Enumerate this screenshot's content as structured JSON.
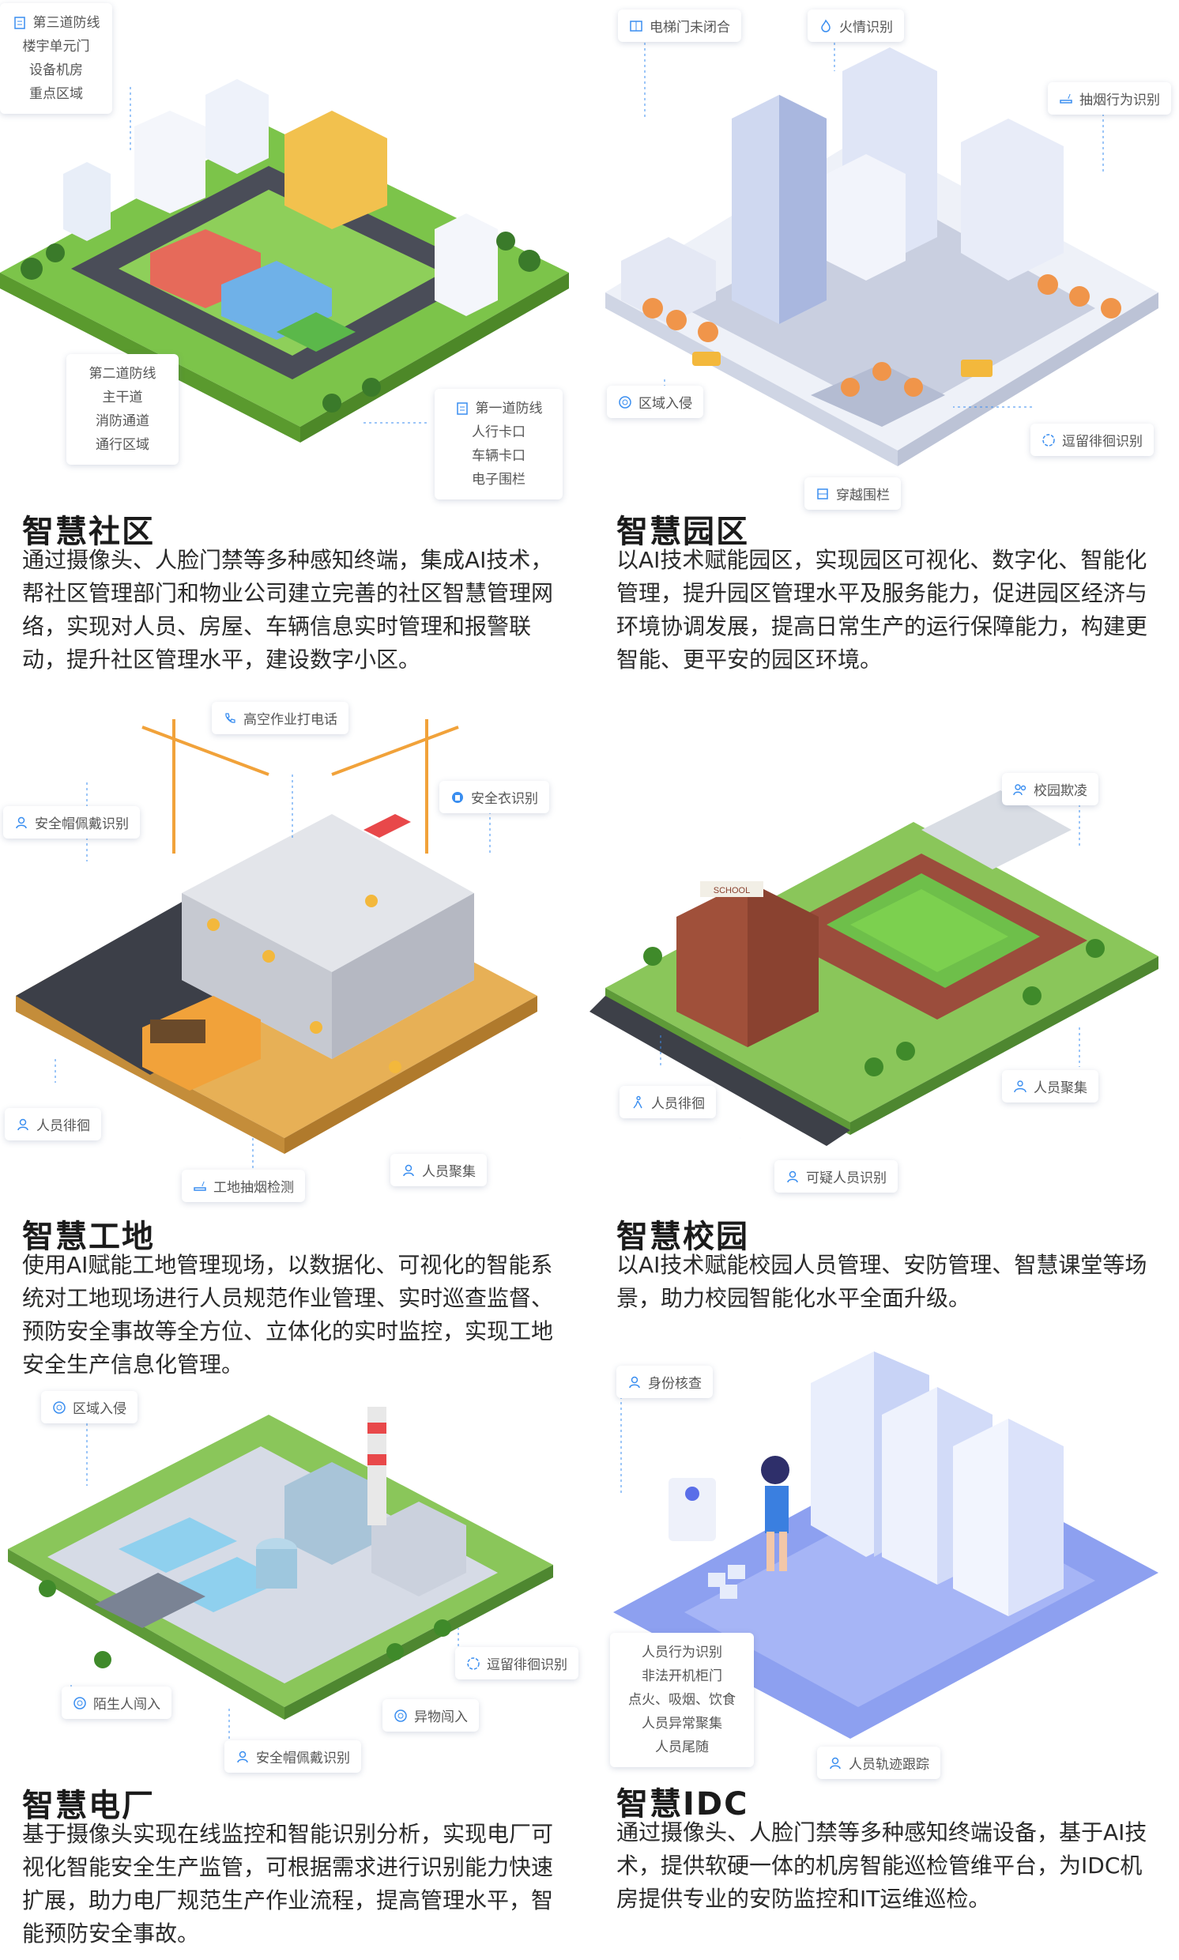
{
  "colors": {
    "accent": "#3a8ef0",
    "text": "#222222",
    "tag_text": "#555555"
  },
  "panels": [
    {
      "title": "智慧社区",
      "desc": "通过摄像头、人脸门禁等多种感知终端，集成AI技术，帮社区管理部门和物业公司建立完善的社区智慧管理网络，实现对人员、房屋、车辆信息实时管理和报警联动，提升社区管理水平，建设数字小区。",
      "tags": [
        {
          "lines": [
            "第三道防线",
            "楼宇单元门",
            "设备机房",
            "重点区域"
          ],
          "icon": "document-icon"
        },
        {
          "lines": [
            "第二道防线",
            "主干道",
            "消防通道",
            "通行区域"
          ],
          "icon": ""
        },
        {
          "lines": [
            "第一道防线",
            "人行卡口",
            "车辆卡口",
            "电子围栏"
          ],
          "icon": "document-icon"
        }
      ]
    },
    {
      "title": "智慧园区",
      "desc": "以AI技术赋能园区，实现园区可视化、数字化、智能化管理，提升园区管理水平及服务能力，促进园区经济与环境协调发展，提高日常生产的运行保障能力，构建更智能、更平安的园区环境。",
      "tags": [
        {
          "lines": [
            "电梯门未闭合"
          ],
          "icon": "elevator-icon"
        },
        {
          "lines": [
            "火情识别"
          ],
          "icon": "fire-icon"
        },
        {
          "lines": [
            "抽烟行为识别"
          ],
          "icon": "cigarette-icon"
        },
        {
          "lines": [
            "区域入侵"
          ],
          "icon": "target-icon"
        },
        {
          "lines": [
            "逗留徘徊识别"
          ],
          "icon": "wander-icon"
        },
        {
          "lines": [
            "穿越围栏"
          ],
          "icon": "fence-icon"
        }
      ]
    },
    {
      "title": "智慧工地",
      "desc": "使用AI赋能工地管理现场，以数据化、可视化的智能系统对工地现场进行人员规范作业管理、实时巡查监督、预防安全事故等全方位、立体化的实时监控，实现工地安全生产信息化管理。",
      "tags": [
        {
          "lines": [
            "高空作业打电话"
          ],
          "icon": "phone-icon"
        },
        {
          "lines": [
            "安全衣识别"
          ],
          "icon": "vest-icon"
        },
        {
          "lines": [
            "安全帽佩戴识别"
          ],
          "icon": "person-icon"
        },
        {
          "lines": [
            "人员徘徊"
          ],
          "icon": "person-icon"
        },
        {
          "lines": [
            "工地抽烟检测"
          ],
          "icon": "cigarette-icon"
        },
        {
          "lines": [
            "人员聚集"
          ],
          "icon": "person-icon"
        }
      ]
    },
    {
      "title": "智慧校园",
      "desc": "以AI技术赋能校园人员管理、安防管理、智慧课堂等场景，助力校园智能化水平全面升级。",
      "tags": [
        {
          "lines": [
            "校园欺凌"
          ],
          "icon": "bully-icon"
        },
        {
          "lines": [
            "人员徘徊"
          ],
          "icon": "walk-icon"
        },
        {
          "lines": [
            "人员聚集"
          ],
          "icon": "group-icon"
        },
        {
          "lines": [
            "可疑人员识别"
          ],
          "icon": "person-icon"
        }
      ],
      "building_sign": "SCHOOL"
    },
    {
      "title": "智慧电厂",
      "desc": "基于摄像头实现在线监控和智能识别分析，实现电厂可视化智能安全生产监管，可根据需求进行识别能力快速扩展，助力电厂规范生产作业流程，提高管理水平，智能预防安全事故。",
      "tags": [
        {
          "lines": [
            "区域入侵"
          ],
          "icon": "target-icon"
        },
        {
          "lines": [
            "逗留徘徊识别"
          ],
          "icon": "wander-icon"
        },
        {
          "lines": [
            "陌生人闯入"
          ],
          "icon": "target-icon"
        },
        {
          "lines": [
            "异物闯入"
          ],
          "icon": "target-icon"
        },
        {
          "lines": [
            "安全帽佩戴识别"
          ],
          "icon": "person-icon"
        }
      ]
    },
    {
      "title": "智慧IDC",
      "desc": "通过摄像头、人脸门禁等多种感知终端设备，基于AI技术，提供软硬一体的机房智能巡检管维平台，为IDC机房提供专业的安防监控和IT运维巡检。",
      "tags": [
        {
          "lines": [
            "身份核查"
          ],
          "icon": "id-icon"
        },
        {
          "lines": [
            "人员行为识别",
            "非法开机柜门",
            "点火、吸烟、饮食",
            "人员异常聚集",
            "人员尾随"
          ],
          "icon": ""
        },
        {
          "lines": [
            "人员轨迹跟踪"
          ],
          "icon": "person-icon"
        }
      ]
    }
  ]
}
